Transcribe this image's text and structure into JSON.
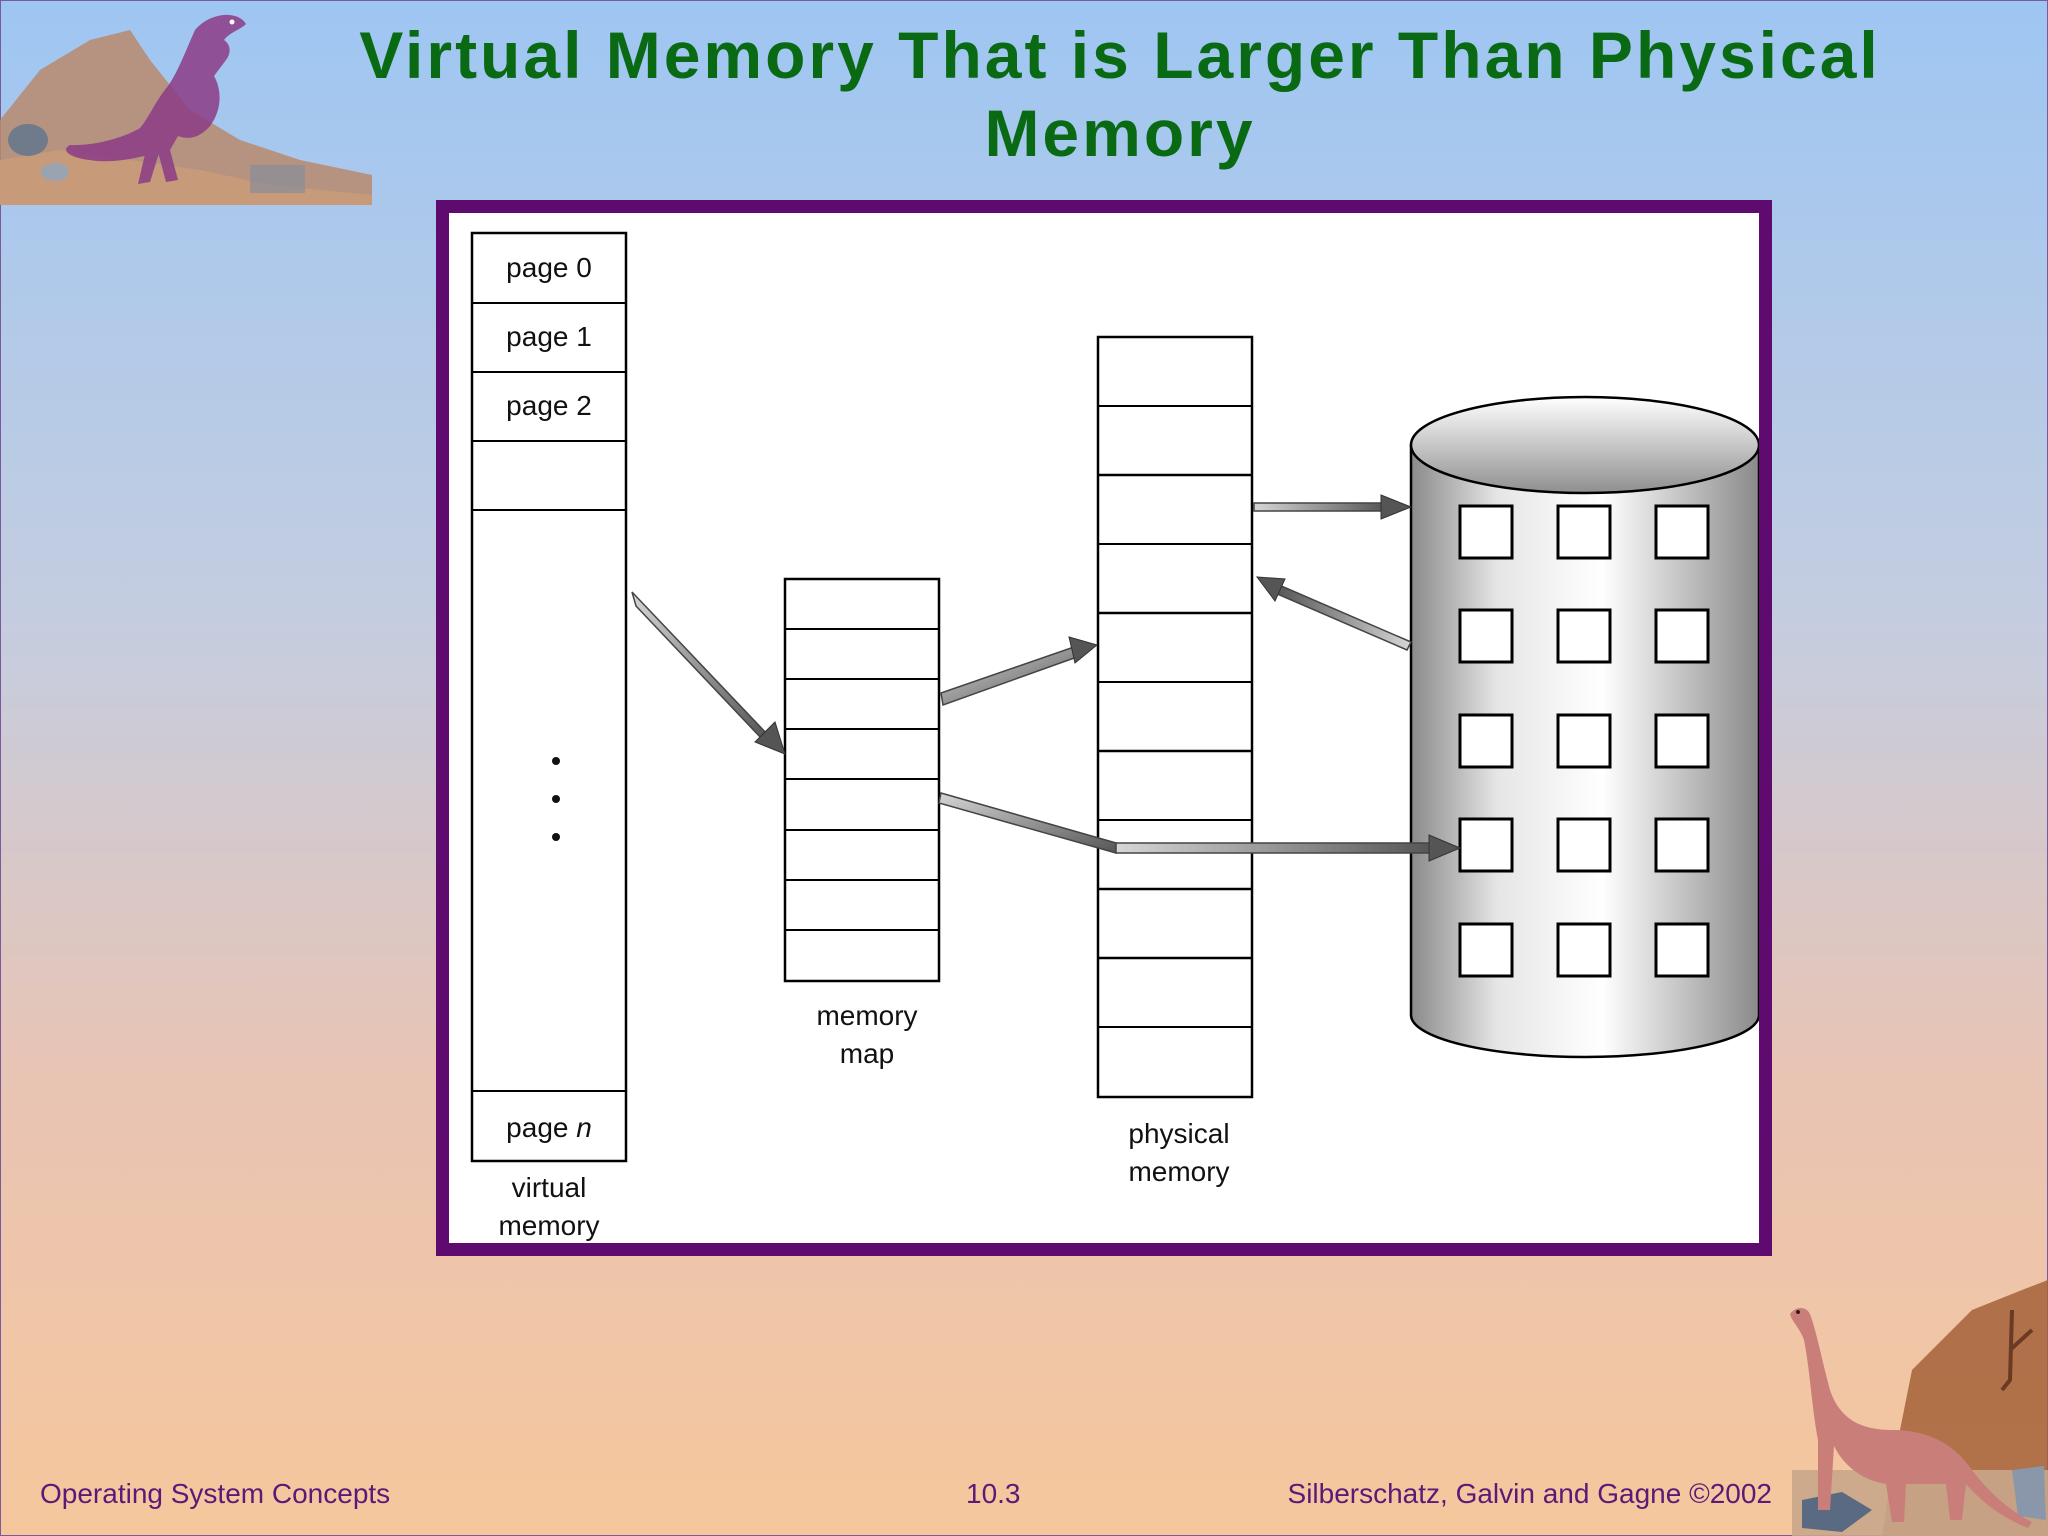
{
  "slide": {
    "title": "Virtual Memory That is Larger Than Physical Memory"
  },
  "diagram": {
    "virtual_memory": {
      "pages": [
        "page 0",
        "page 1",
        "page 2"
      ],
      "last_page_prefix": "page ",
      "last_page_var": "n",
      "ellipsis": "⋮",
      "label_line1": "virtual",
      "label_line2": "memory"
    },
    "memory_map": {
      "label_line1": "memory",
      "label_line2": "map"
    },
    "physical_memory": {
      "label_line1": "physical",
      "label_line2": "memory"
    }
  },
  "footer": {
    "left": "Operating System Concepts",
    "center": "10.3",
    "right": "Silberschatz, Galvin and  Gagne ©2002"
  },
  "colors": {
    "title": "#0a6a14",
    "frame": "#5e0a6e",
    "footer_text": "#5a1a78"
  },
  "decorations": {
    "top_left": "t-rex-icon",
    "bottom_right": "brontosaurus-icon"
  }
}
